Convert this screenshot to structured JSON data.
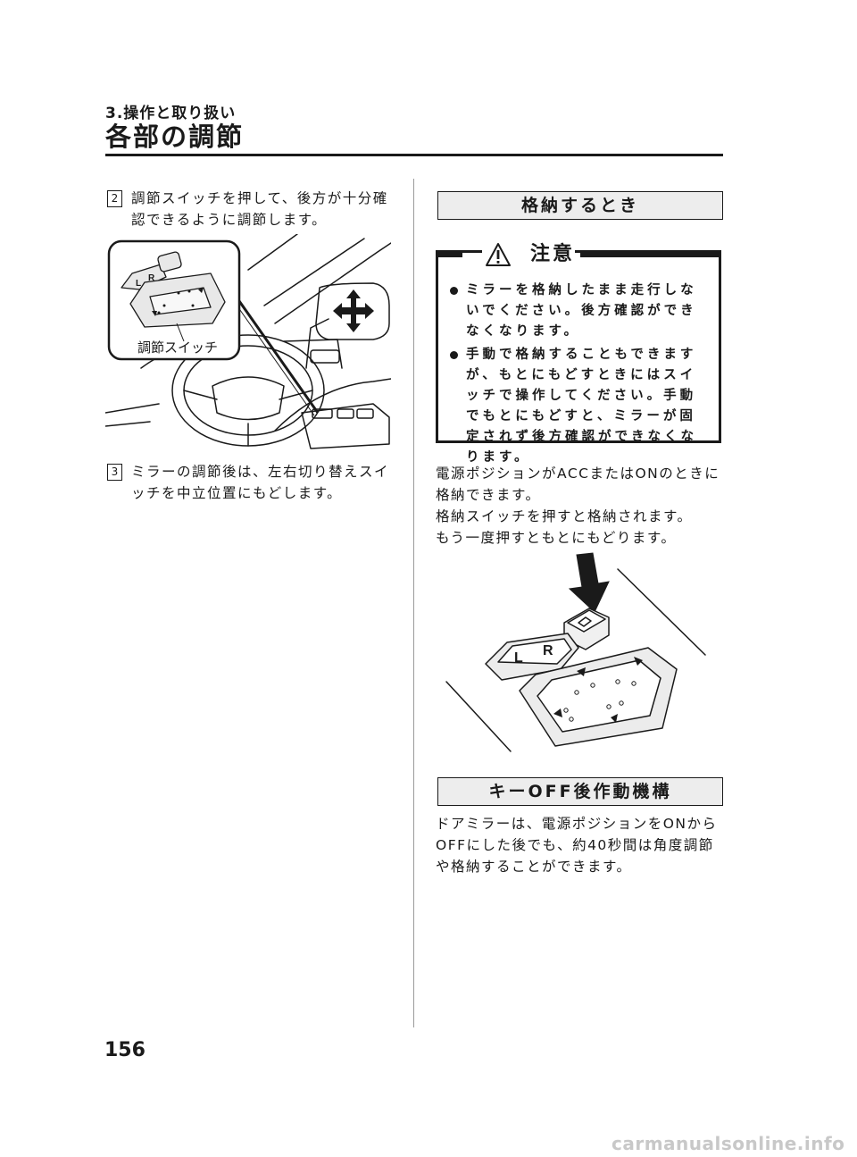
{
  "header": {
    "chapter": "3.操作と取り扱い",
    "section": "各部の調節"
  },
  "left": {
    "steps": [
      {
        "num": "2",
        "text": "調節スイッチを押して、後方が十分確認できるように調節します。"
      },
      {
        "num": "3",
        "text": "ミラーの調節後は、左右切り替えスイッチを中立位置にもどします。"
      }
    ],
    "figure": {
      "callout": "調節スイッチ",
      "switch_left_letter": "L",
      "switch_right_letter": "R"
    }
  },
  "right": {
    "storage_title": "格納するとき",
    "caution": {
      "title": "注意",
      "items": [
        "ミラーを格納したまま走行しないでください。後方確認ができなくなります。",
        "手動で格納することもできますが、もとにもどすときにはスイッチで操作してください。手動でもとにもどすと、ミラーが固定されず後方確認ができなくなります。"
      ]
    },
    "storage_paragraphs": [
      "電源ポジションがACCまたはONのときに格納できます。",
      "格納スイッチを押すと格納されます。",
      "もう一度押すともとにもどります。"
    ],
    "figure2": {
      "left_letter": "L",
      "right_letter": "R"
    },
    "keyoff_title": "キーOFF後作動機構",
    "keyoff_text": "ドアミラーは、電源ポジションをONから OFFにした後でも、約40秒間は角度調節や格納することができます。"
  },
  "footer": {
    "page_number": "156",
    "watermark": "carmanualsonline.info"
  }
}
